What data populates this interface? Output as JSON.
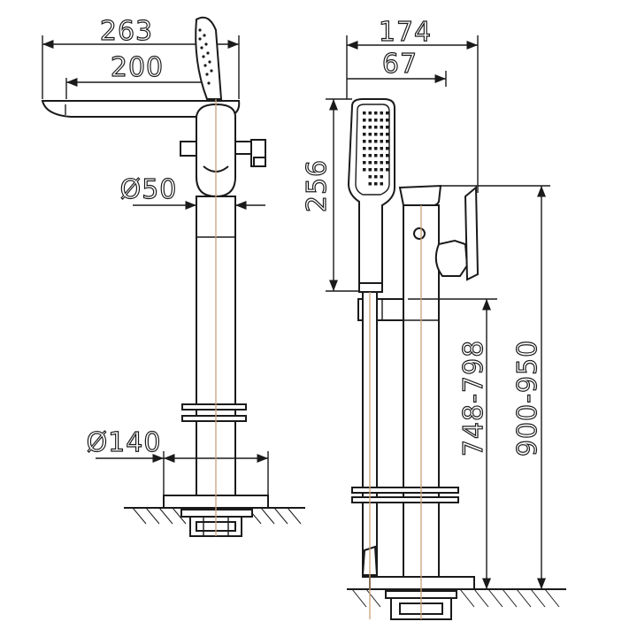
{
  "colors": {
    "line": "#1a1a1a",
    "centerline": "#c8a07a",
    "background": "#ffffff"
  },
  "front_view": {
    "dim_spout_total": "263",
    "dim_spout_reach": "200",
    "dim_body_diameter": "Ø50",
    "dim_base_diameter": "Ø140"
  },
  "side_view": {
    "dim_total_depth": "174",
    "dim_handle_depth": "67",
    "dim_handshower_length": "256",
    "dim_holder_height": "748-798",
    "dim_total_height": "900-950"
  }
}
